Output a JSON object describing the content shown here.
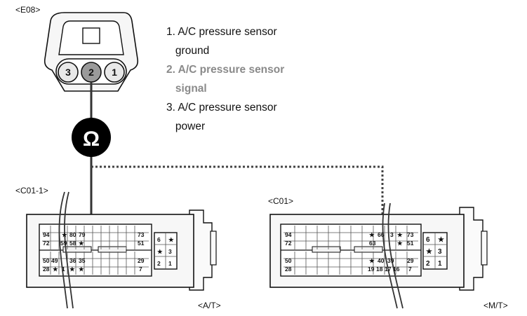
{
  "connectors": {
    "e08": {
      "label": "<E08>",
      "pins": [
        "3",
        "2",
        "1"
      ]
    },
    "c01_1": {
      "label": "<C01-1>",
      "variant": "<A/T>"
    },
    "c01": {
      "label": "<C01>",
      "variant": "<M/T>"
    }
  },
  "legend": [
    {
      "line1": "1. A/C pressure sensor",
      "line2": "ground",
      "highlight": false
    },
    {
      "line1": "2. A/C pressure sensor",
      "line2": "signal",
      "highlight": true
    },
    {
      "line1": "3. A/C pressure sensor",
      "line2": "power",
      "highlight": false
    }
  ],
  "meter": {
    "symbol": "Ω"
  },
  "c01_1_pins": {
    "row1": [
      "94",
      "★",
      "80",
      "79",
      "73"
    ],
    "row2": [
      "72",
      "59",
      "58",
      "★",
      "51"
    ],
    "row3": [
      "50",
      "49",
      "36",
      "35",
      "29"
    ],
    "row4": [
      "28",
      "★",
      "1",
      "★",
      "★",
      "7"
    ],
    "small_block": [
      "6",
      "★",
      "★",
      "3",
      "2",
      "1"
    ]
  },
  "c01_pins": {
    "row1": [
      "94",
      "★",
      "66",
      "3",
      "★",
      "73"
    ],
    "row2": [
      "72",
      "63",
      "★",
      "51"
    ],
    "row3": [
      "50",
      "★",
      "40",
      "39",
      "29"
    ],
    "row4": [
      "28",
      "19",
      "18",
      "17",
      "16",
      "7"
    ],
    "small_block": [
      "6",
      "★",
      "★",
      "3",
      "2",
      "1"
    ]
  },
  "colors": {
    "line": "#111111",
    "highlight": "#8a8a8a",
    "face": "#f2f2f2",
    "meter": "#000000"
  }
}
